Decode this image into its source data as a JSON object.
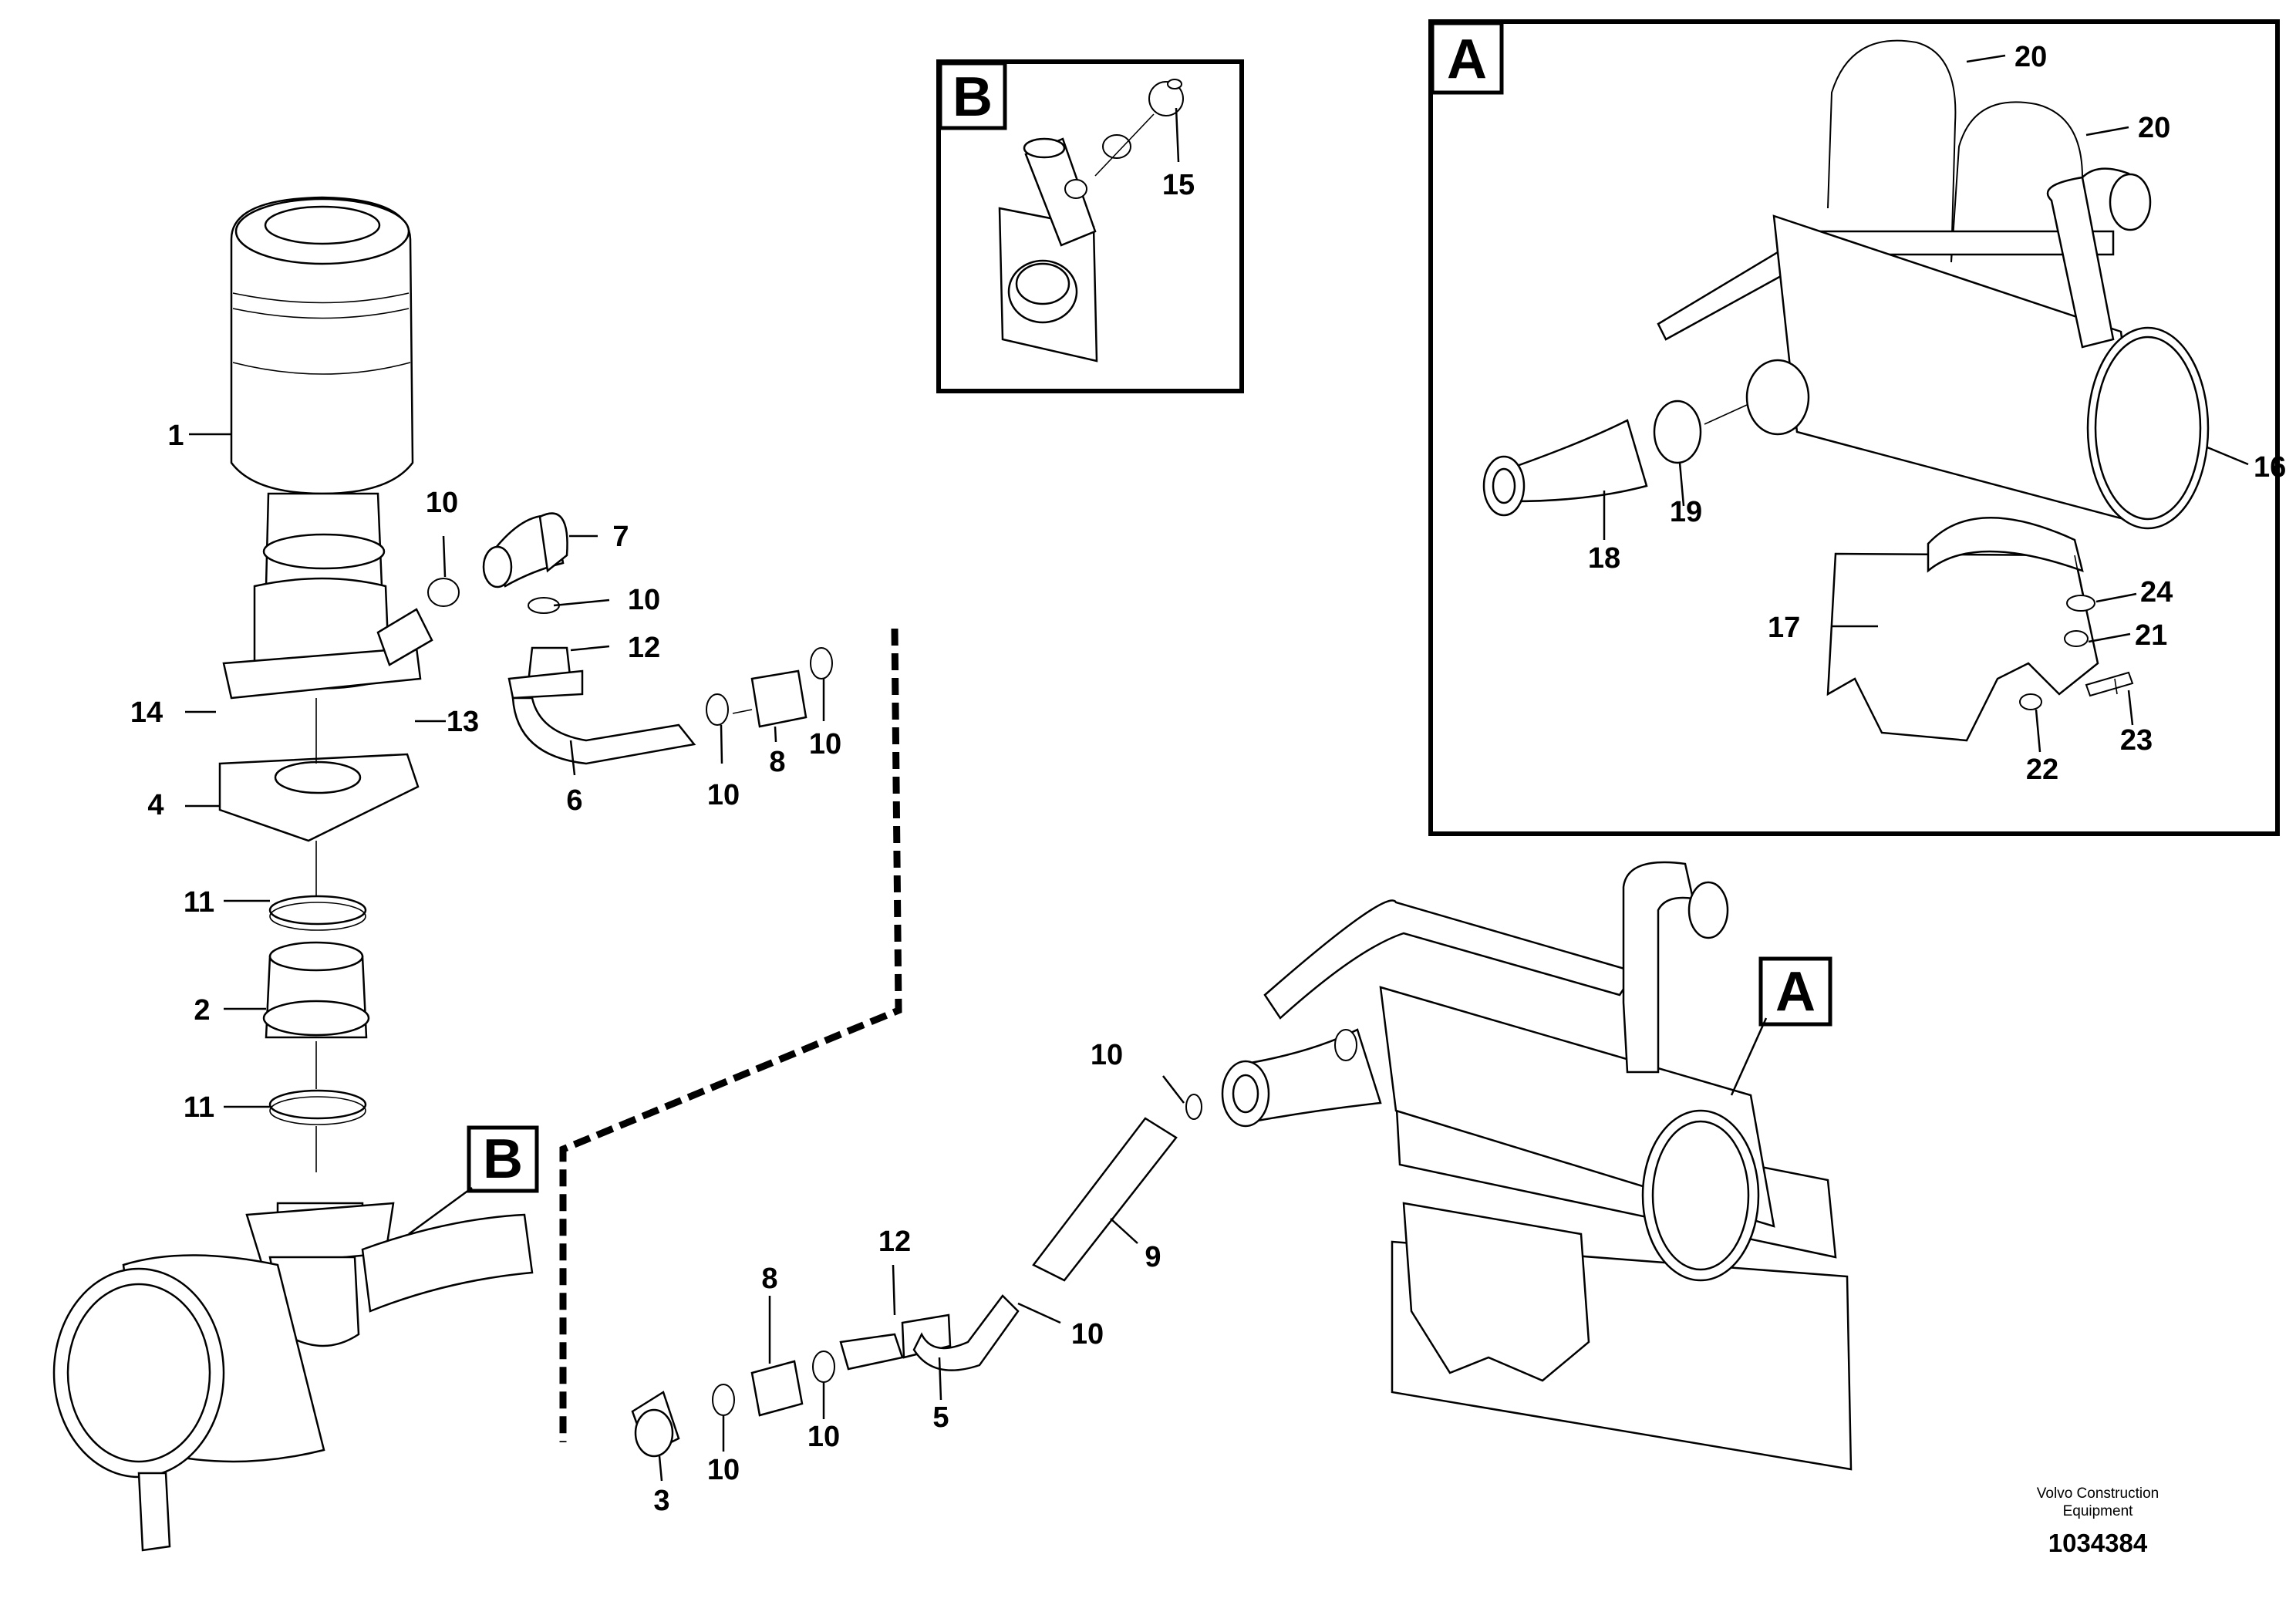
{
  "views": {
    "a_label": "A",
    "b_label": "B"
  },
  "callouts": {
    "c1": "1",
    "c2": "2",
    "c3": "3",
    "c4": "4",
    "c5": "5",
    "c6": "6",
    "c7": "7",
    "c8": "8",
    "c9": "9",
    "c10": "10",
    "c11": "11",
    "c12": "12",
    "c13": "13",
    "c14": "14",
    "c15": "15",
    "c16": "16",
    "c17": "17",
    "c18": "18",
    "c19": "19",
    "c20": "20",
    "c21": "21",
    "c22": "22",
    "c23": "23",
    "c24": "24"
  },
  "credit": {
    "line1": "Volvo Construction",
    "line2": "Equipment"
  },
  "doc_number": "1034384"
}
